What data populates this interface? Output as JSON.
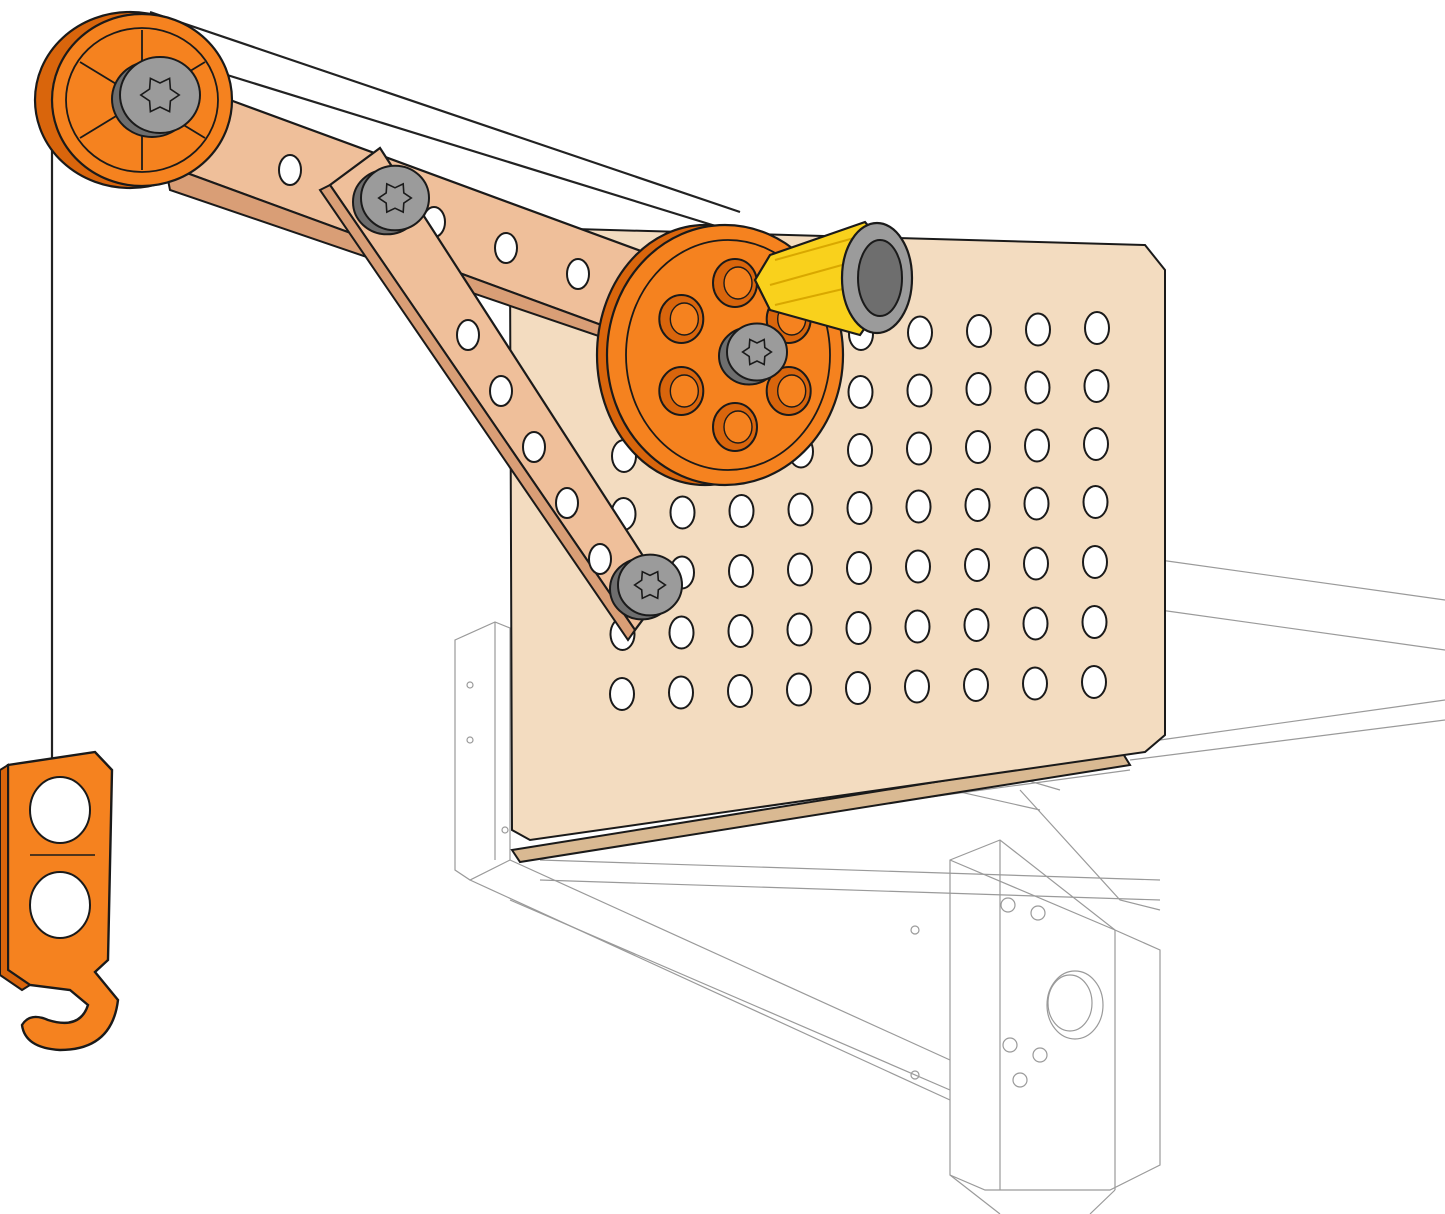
{
  "colors": {
    "background": "#ffffff",
    "orange": "#f5821f",
    "orange_dark": "#d9650c",
    "wood": "#efbf9a",
    "wood_dark": "#d99e76",
    "plywood": "#f3dcc0",
    "plywood_edge": "#d9b992",
    "yellow": "#f9d11c",
    "yellow_dark": "#d9a800",
    "grey": "#9b9b9b",
    "grey_dark": "#6e6e6e",
    "outline": "#1a1a1a",
    "wireframe": "#9a9a9a",
    "cable": "#222222"
  },
  "components": {
    "pegboard": {
      "rows": 7,
      "columns": 9
    },
    "boom_holes": 5,
    "strut_holes": 5,
    "drum_spokes": 6
  },
  "icons": [
    "top-pulley-icon",
    "boom-arm-icon",
    "strut-icon",
    "winch-drum-icon",
    "crank-handle-icon",
    "hook-icon",
    "bolt-icon",
    "pegboard-icon",
    "frame-wireframe-icon",
    "cable-icon"
  ]
}
